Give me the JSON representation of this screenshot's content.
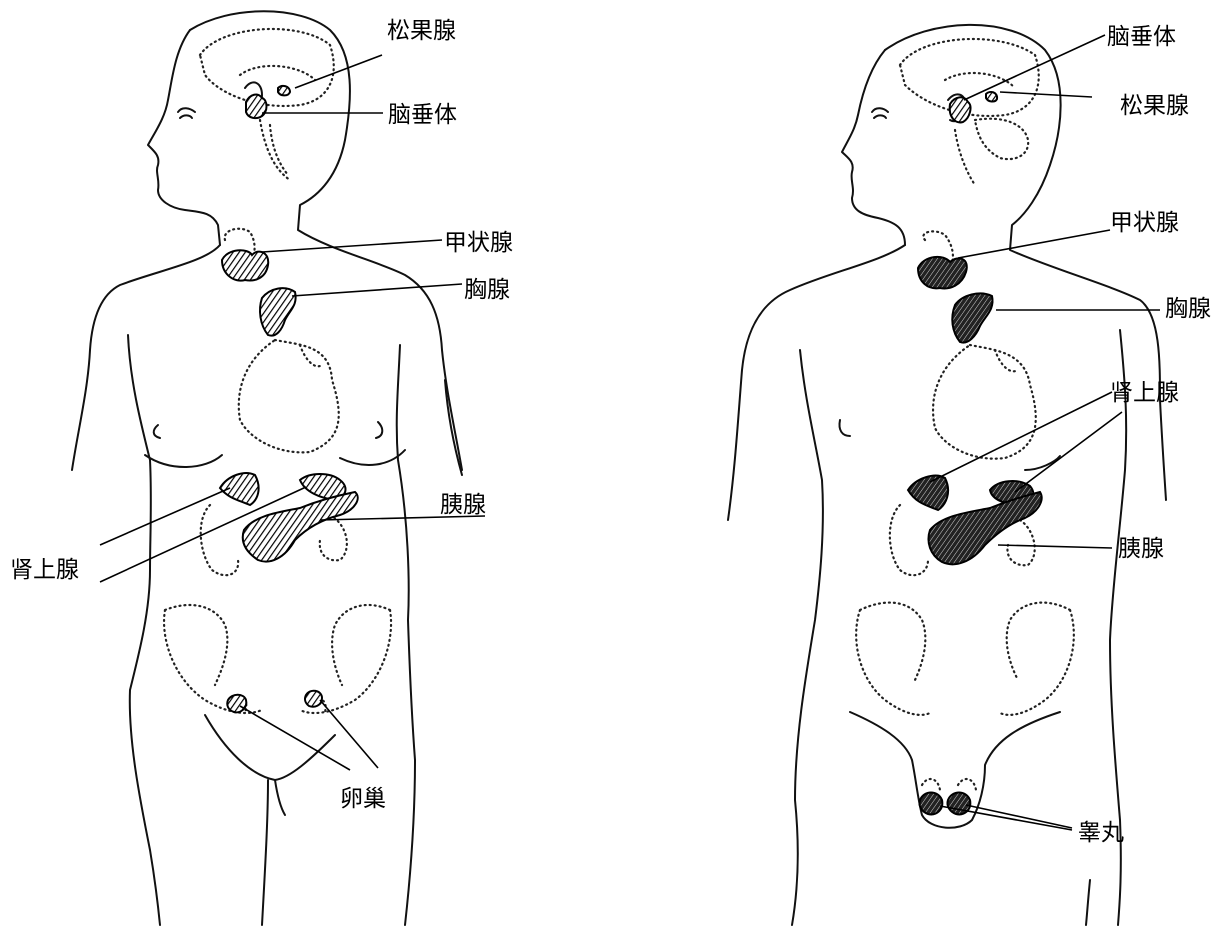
{
  "female": {
    "labels": {
      "pineal": "松果腺",
      "pituitary": "脑垂体",
      "thyroid": "甲状腺",
      "thymus": "胸腺",
      "pancreas": "胰腺",
      "adrenal": "肾上腺",
      "ovary": "卵巢"
    }
  },
  "male": {
    "labels": {
      "pituitary": "脑垂体",
      "pineal": "松果腺",
      "thyroid": "甲状腺",
      "thymus": "胸腺",
      "adrenal": "肾上腺",
      "pancreas": "胰腺",
      "testis": "睾丸"
    }
  }
}
